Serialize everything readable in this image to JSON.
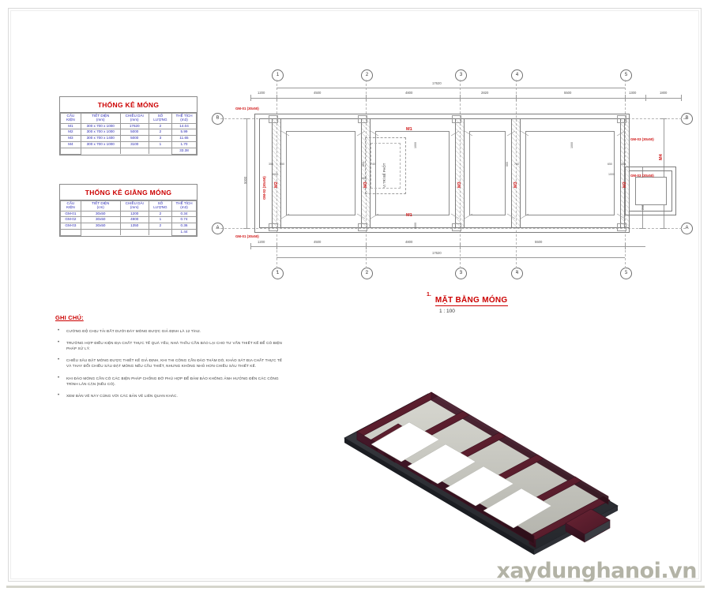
{
  "sheet": {
    "watermark": "xaydunghanoi.vn"
  },
  "table_mong": {
    "title": "THỐNG KÊ MÓNG",
    "headers": [
      "CẤU KIỆN",
      "TIẾT DIỆN (mm)",
      "CHIỀU DÀI (mm)",
      "SỐ LƯỢNG",
      "THỂ TÍCH (m3)"
    ],
    "headers_line1": [
      "CẤU",
      "TIẾT DIỆN",
      "CHIỀU DÀI",
      "SỐ",
      "THỂ TÍCH"
    ],
    "headers_line2": [
      "KIỆN",
      "(mm)",
      "(mm)",
      "LƯỢNG",
      "(m3)"
    ],
    "rows": [
      {
        "ck": "M1",
        "tiet_dien": "300 x 700 x 1000",
        "chieu_dai": "17620",
        "so_luong": "2",
        "the_tich": "14.04"
      },
      {
        "ck": "M2",
        "tiet_dien": "300 x 700 x 1000",
        "chieu_dai": "5000",
        "so_luong": "2",
        "the_tich": "5.99"
      },
      {
        "ck": "M3",
        "tiet_dien": "300 x 700 x 1400",
        "chieu_dai": "5000",
        "so_luong": "3",
        "the_tich": "11.65"
      },
      {
        "ck": "M4",
        "tiet_dien": "300 x 700 x 1000",
        "chieu_dai": "3100",
        "so_luong": "1",
        "the_tich": "1.70"
      }
    ],
    "total": "33.38"
  },
  "table_giang": {
    "title": "THỐNG KÊ GIẰNG MÓNG",
    "headers_line1": [
      "CẤU",
      "TIẾT DIỆN",
      "CHIỀU DÀI",
      "SỐ",
      "THỂ TÍCH"
    ],
    "headers_line2": [
      "KIỆN",
      "(cm)",
      "(mm)",
      "LƯỢNG",
      "(m3)"
    ],
    "rows": [
      {
        "ck": "GM-01",
        "tiet_dien": "30x50",
        "chieu_dai": "1200",
        "so_luong": "2",
        "the_tich": "0.34"
      },
      {
        "ck": "GM-02",
        "tiet_dien": "30x50",
        "chieu_dai": "4900",
        "so_luong": "1",
        "the_tich": "0.74"
      },
      {
        "ck": "GM-03",
        "tiet_dien": "30x50",
        "chieu_dai": "1350",
        "so_luong": "2",
        "the_tich": "0.36"
      }
    ],
    "total": "1.44"
  },
  "notes": {
    "title": "GHI CHÚ:",
    "items": [
      "CƯỜNG ĐỘ CHỊU TẢI ĐẤT DƯỚI ĐÁY MÓNG ĐƯỢC GIẢ ĐỊNH LÀ 12 T/m2.",
      "TRƯỜNG HỢP ĐIỀU KIỆN ĐỊA CHẤT THỰC TẾ QUÁ YẾU, NHÀ THẦU CẦN BÁO LẠI CHO TƯ VẤN THIẾT KẾ ĐỂ CÓ BIỆN PHÁP XỬ LÝ.",
      "CHIỀU SÂU ĐẶT MÓNG ĐƯỢC THIẾT KẾ GIẢ ĐỊNH, KHI THI CÔNG CẦN ĐÀO THĂM DÒ, KHẢO SÁT ĐỊA CHẤT THỰC TẾ VÀ THAY ĐỔI CHIỀU SÂU ĐẶT MÓNG NẾU CẦU THIẾT, NHƯNG KHÔNG NHỎ HƠN CHIỀU SÂU THIẾT KẾ.",
      "KHI ĐÀO MÓNG CẦN CÓ CÁC BIỆN PHÁP CHỐNG ĐỠ PHÙ HỢP ĐỂ ĐẢM BẢO KHÔNG ẢNH HƯỞNG ĐẾN CÁC CÔNG TRÌNH LÂN CẬN (NẾU CÓ).",
      "XEM BẢN VẼ NÀY CÙNG VỚI CÁC BẢN VẼ LIÊN QUAN KHÁC."
    ]
  },
  "plan": {
    "title_number": "1.",
    "title": "MẶT BẰNG MÓNG",
    "scale": "1 : 100",
    "grid_bubbles_horizontal": [
      "1",
      "2",
      "3",
      "4",
      "5"
    ],
    "grid_bubbles_vertical": [
      "A",
      "B"
    ],
    "dims_top_inner": [
      "1200",
      "4500",
      "4800",
      "2820",
      "5500",
      "1300",
      "1800"
    ],
    "dims_top_overall": "17620",
    "dims_bottom_inner": [
      "1200",
      "4500",
      "4800",
      "5500"
    ],
    "dims_bottom_overall": "17620",
    "dims_left": [
      "5000"
    ],
    "dims_right": [
      "5000",
      "2400"
    ],
    "beam_labels": [
      "GM-01 (30x50)",
      "GM-02 (30x50)",
      "GM-01 (30x50)",
      "GM-03 (30x50)",
      "GM-03 (30x50)"
    ],
    "footing_labels": [
      "M1",
      "M2",
      "M3",
      "M3",
      "M3",
      "M1",
      "M2",
      "M4"
    ],
    "annotation_bephot": "VỊ TRÍ BỂ PHỐT",
    "small_dims": [
      "350",
      "650",
      "1000",
      "660",
      "740",
      "400",
      "1000",
      "650",
      "350"
    ],
    "colors": {
      "red": "#d01717",
      "blue": "#2b2bb5",
      "line": "#8b8b8b"
    }
  },
  "view3d": {
    "label": "foundation-3d-isometric",
    "colors": {
      "beam_top": "#5e2030",
      "beam_side": "#3d1420",
      "concrete": "#c9c9c2",
      "base_dark": "#32343a",
      "base_side": "#4a4c52"
    }
  }
}
